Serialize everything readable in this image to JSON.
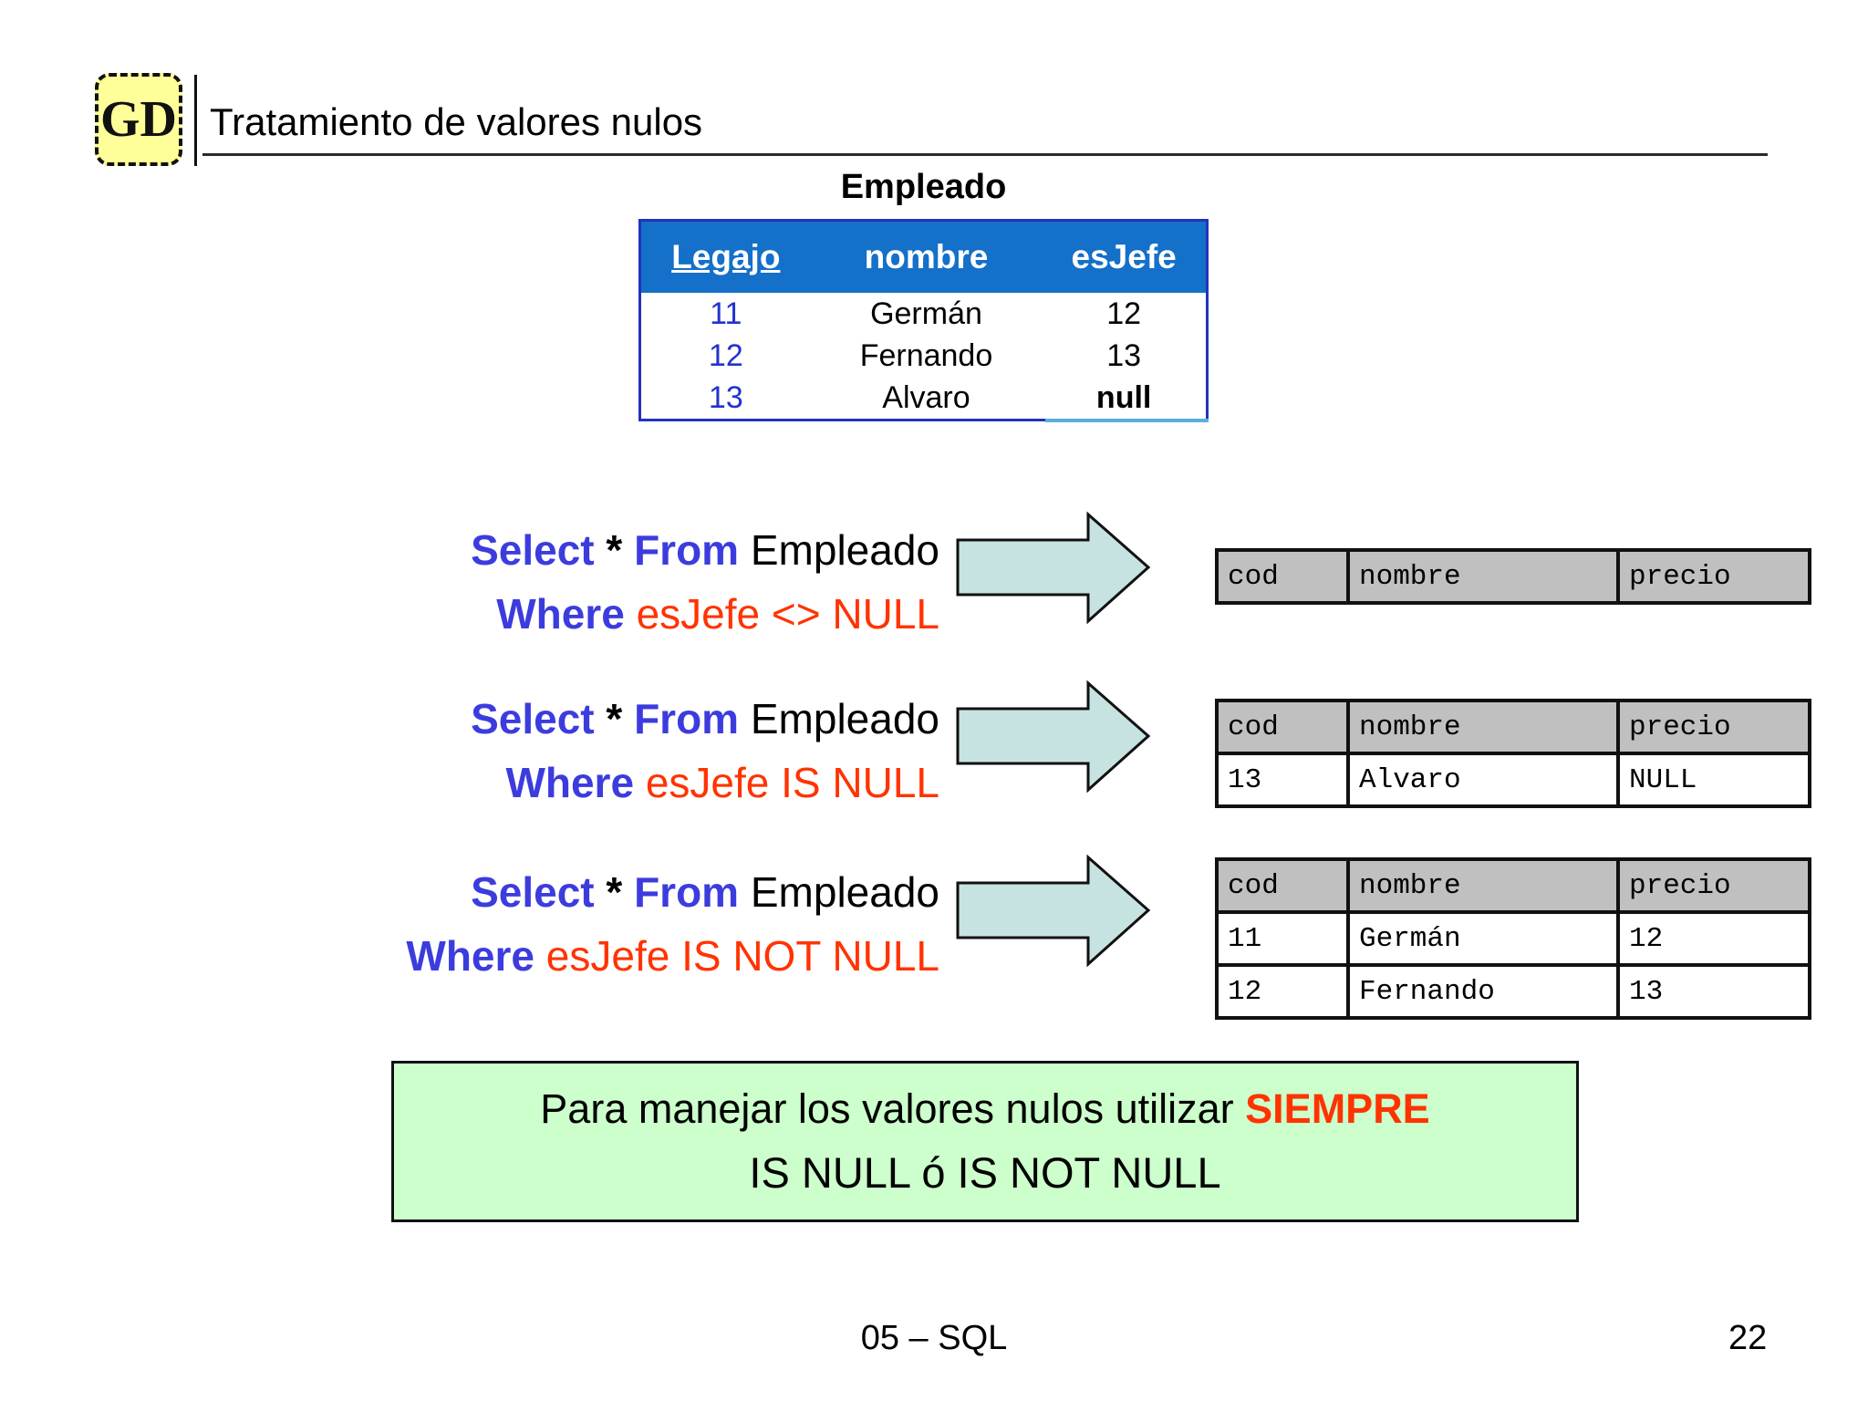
{
  "header": {
    "logo": "GD",
    "title": "Tratamiento de valores nulos"
  },
  "empleado_table": {
    "title": "Empleado",
    "headers": [
      "Legajo",
      "nombre",
      "esJefe"
    ],
    "rows": [
      [
        "11",
        "Germán",
        "12"
      ],
      [
        "12",
        "Fernando",
        "13"
      ],
      [
        "13",
        "Alvaro",
        "null"
      ]
    ]
  },
  "queries": [
    {
      "select_kw": "Select",
      "star": "*",
      "from_kw": "From",
      "table_name": "Empleado",
      "where_kw": "Where",
      "condition": "esJefe <> NULL"
    },
    {
      "select_kw": "Select",
      "star": "*",
      "from_kw": "From",
      "table_name": "Empleado",
      "where_kw": "Where",
      "condition": "esJefe IS NULL"
    },
    {
      "select_kw": "Select",
      "star": "*",
      "from_kw": "From",
      "table_name": "Empleado",
      "where_kw": "Where",
      "condition": "esJefe IS NOT NULL"
    }
  ],
  "result_tables": [
    {
      "headers": [
        "cod",
        "nombre",
        "precio"
      ],
      "rows": []
    },
    {
      "headers": [
        "cod",
        "nombre",
        "precio"
      ],
      "rows": [
        [
          "13",
          "Alvaro",
          "NULL"
        ]
      ]
    },
    {
      "headers": [
        "cod",
        "nombre",
        "precio"
      ],
      "rows": [
        [
          "11",
          "Germán",
          "12"
        ],
        [
          "12",
          "Fernando",
          "13"
        ]
      ]
    }
  ],
  "note": {
    "line1_prefix": "Para manejar los valores nulos utilizar",
    "line1_emphasis": "SIEMPRE",
    "line2": "IS NULL ó IS NOT NULL"
  },
  "footer": {
    "left": "05 – SQL",
    "page": "22"
  },
  "colors": {
    "keyword_blue": "#3C3CDE",
    "condition_red": "#FF3300",
    "table_header_blue": "#1470C8",
    "table_border_blue": "#2233BB",
    "row_number_blue": "#2233CC",
    "arrow_fill": "#C6E3E1",
    "result_header_gray": "#C0C0C0",
    "note_green": "#CCFFCC",
    "logo_yellow": "#FFFF99"
  }
}
